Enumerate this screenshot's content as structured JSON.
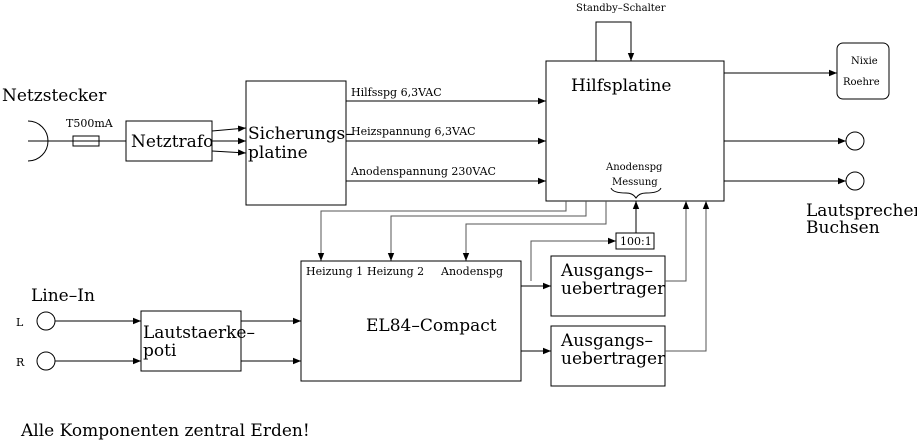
{
  "diagram": {
    "labels": {
      "netzstecker": "Netzstecker",
      "fuse": "T500mA",
      "netztrafo": "Netztrafo",
      "sicherung_line1": "Sicherungs–",
      "sicherung_line2": "platine",
      "hilfsspg": "Hilfsspg 6,3VAC",
      "heizspannung": "Heizspannung 6,3VAC",
      "anodenspannung": "Anodenspannung 230VAC",
      "standby": "Standby–Schalter",
      "hilfsplatine": "Hilfsplatine",
      "anodenspg_messung_line1": "Anodenspg",
      "anodenspg_messung_line2": "Messung",
      "nixie_line1": "Nixie",
      "nixie_line2": "Roehre",
      "lautsprecher_line1": "Lautsprecher–",
      "lautsprecher_line2": "Buchsen",
      "ratio": "100:1",
      "heizung1": "Heizung 1",
      "heizung2": "Heizung 2",
      "anodenspg": "Anodenspg",
      "el84": "EL84–Compact",
      "ausgang1_line1": "Ausgangs–",
      "ausgang1_line2": "uebertrager",
      "ausgang2_line1": "Ausgangs–",
      "ausgang2_line2": "uebertrager",
      "line_in": "Line–In",
      "left": "L",
      "right": "R",
      "poti_line1": "Lautstaerke–",
      "poti_line2": "poti",
      "footer": "Alle Komponenten zentral Erden!"
    }
  }
}
